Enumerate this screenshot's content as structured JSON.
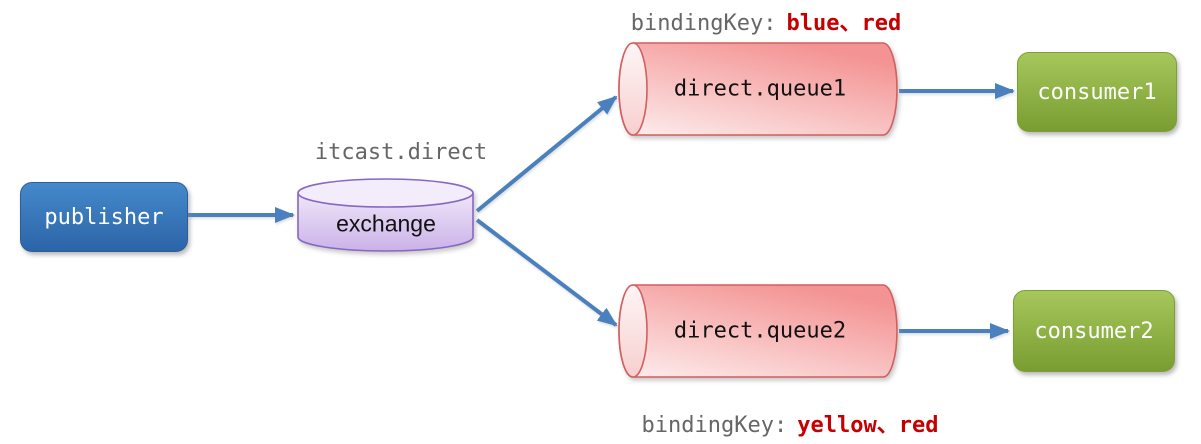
{
  "diagram": {
    "type": "rabbitmq-direct-exchange-topology",
    "publisher": {
      "label": "publisher"
    },
    "exchange": {
      "label": "exchange",
      "name": "itcast.direct"
    },
    "queues": [
      {
        "label": "direct.queue1",
        "binding_prefix": "bindingKey:",
        "binding_keys": "blue、red",
        "consumer": "consumer1"
      },
      {
        "label": "direct.queue2",
        "binding_prefix": "bindingKey:",
        "binding_keys": "yellow、red",
        "consumer": "consumer2"
      }
    ],
    "edges": [
      {
        "from": "publisher",
        "to": "exchange"
      },
      {
        "from": "exchange",
        "to": "direct.queue1"
      },
      {
        "from": "exchange",
        "to": "direct.queue2"
      },
      {
        "from": "direct.queue1",
        "to": "consumer1"
      },
      {
        "from": "direct.queue2",
        "to": "consumer2"
      }
    ],
    "colors": {
      "arrow": "#4a80bd",
      "publisher_fill": "#2c65a7",
      "exchange_fill": "#d9c5ee",
      "exchange_border": "#8668c2",
      "queue_fill": "#f49393",
      "queue_border": "#d25f5f",
      "consumer_fill": "#7a9d31",
      "binding_key_text": "#c40000",
      "secondary_text": "#666666"
    }
  }
}
